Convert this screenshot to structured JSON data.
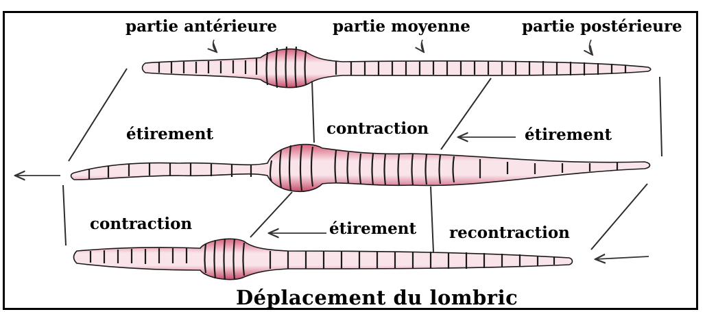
{
  "labels": {
    "anterior": "partie antérieure",
    "middle": "partie moyenne",
    "posterior": "partie postérieure",
    "stretch_left": "étirement",
    "contraction_mid": "contraction",
    "stretch_right": "étirement",
    "contraction_left": "contraction",
    "stretch_mid": "étirement",
    "recontraction": "recontraction"
  },
  "caption": "Déplacement du lombric",
  "colors": {
    "worm_fill": "#f7d0da",
    "worm_band": "#d45a78",
    "segment_line": "#1a1a1a",
    "frame": "#000000"
  }
}
